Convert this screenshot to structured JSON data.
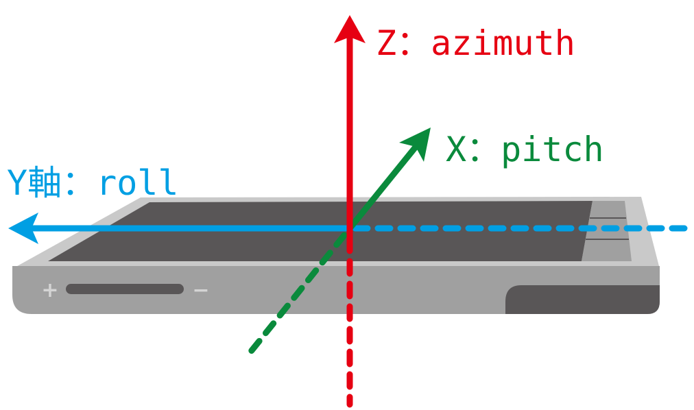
{
  "labels": {
    "z_axis": "Z：azimuth",
    "x_axis": "X：pitch",
    "y_axis": "Y軸：roll"
  },
  "device": {
    "volume_plus": "+",
    "volume_minus": "−"
  },
  "colors": {
    "z_axis": "#e60012",
    "x_axis": "#0a8a3c",
    "y_axis": "#009fe3",
    "device_top": "#c9c9c9",
    "device_side": "#a0a0a0",
    "screen": "#595657"
  }
}
